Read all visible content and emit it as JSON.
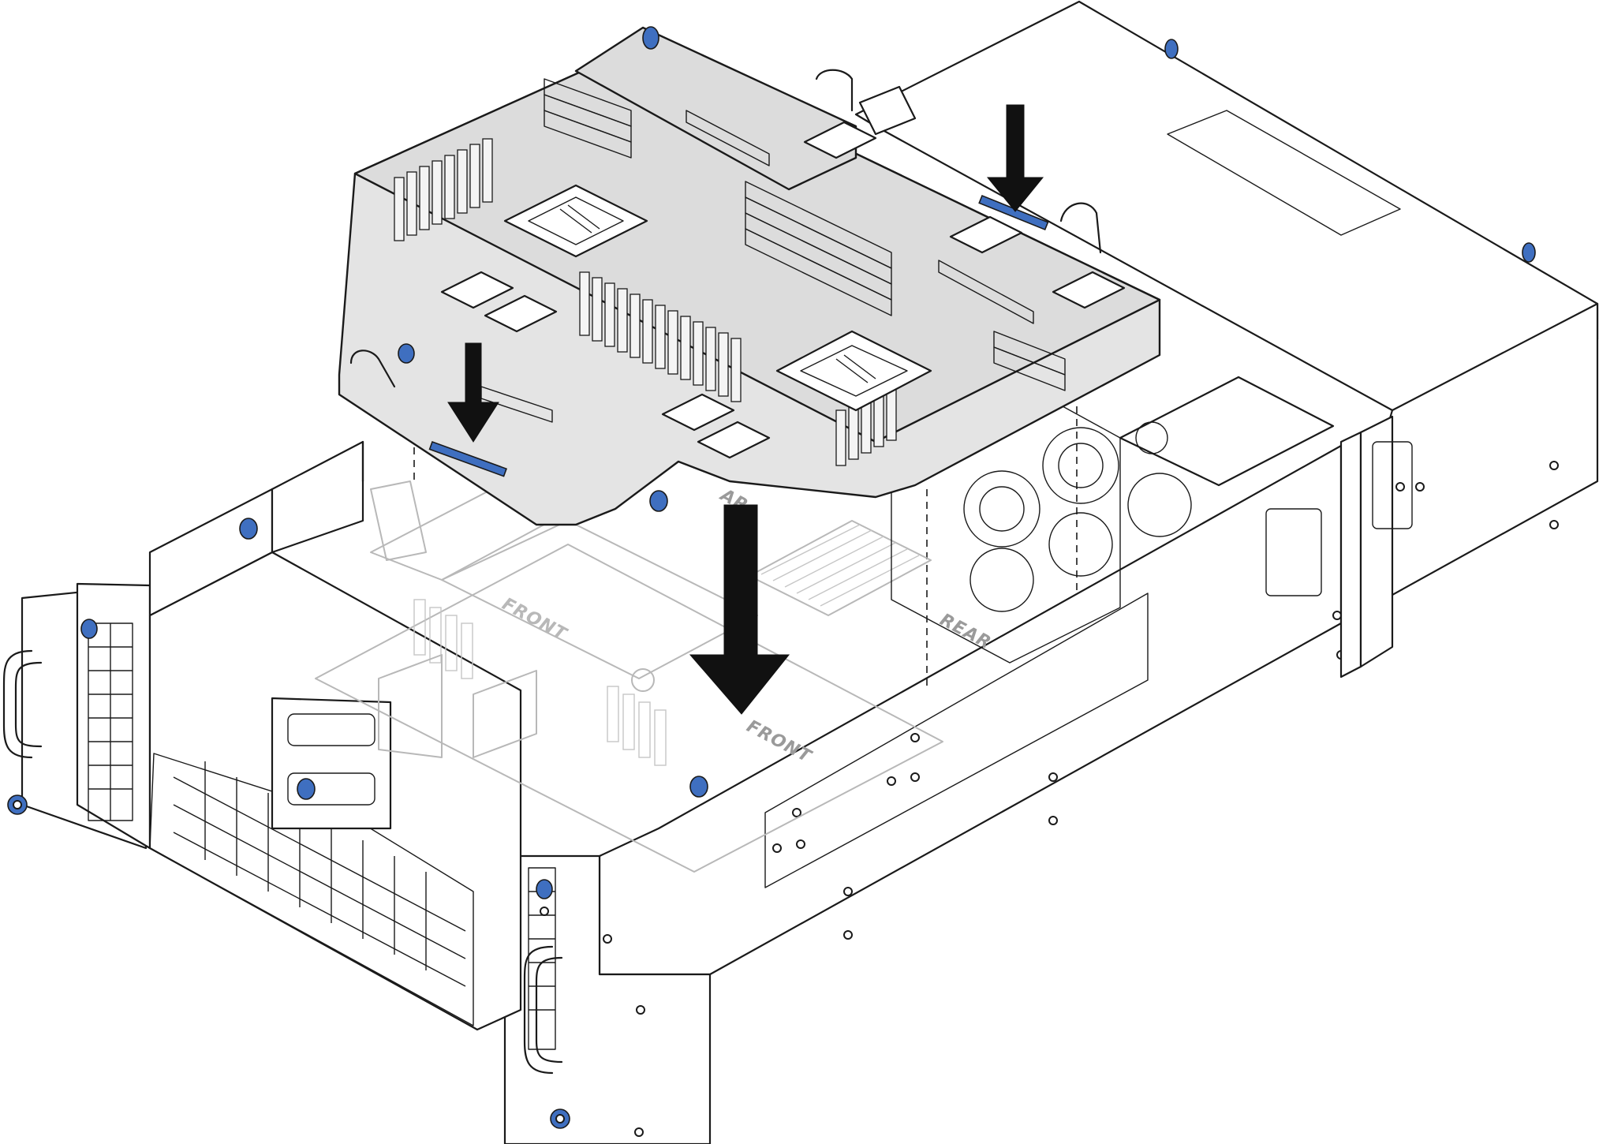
{
  "diagram": {
    "labels": {
      "front_left": "FRONT",
      "front_right": "FRONT",
      "rear_right": "REAR",
      "rear_partial": "AR"
    },
    "colors": {
      "line": "#1a1a1a",
      "tray_fill": "#e4e4e4",
      "ghost_line": "#b8b8b8",
      "accent_blue": "#3f6fc0",
      "arrow": "#111111"
    },
    "icons": [
      "down-arrow-icon",
      "down-arrow-icon",
      "down-arrow-icon",
      "thumbscrew-icon"
    ]
  }
}
